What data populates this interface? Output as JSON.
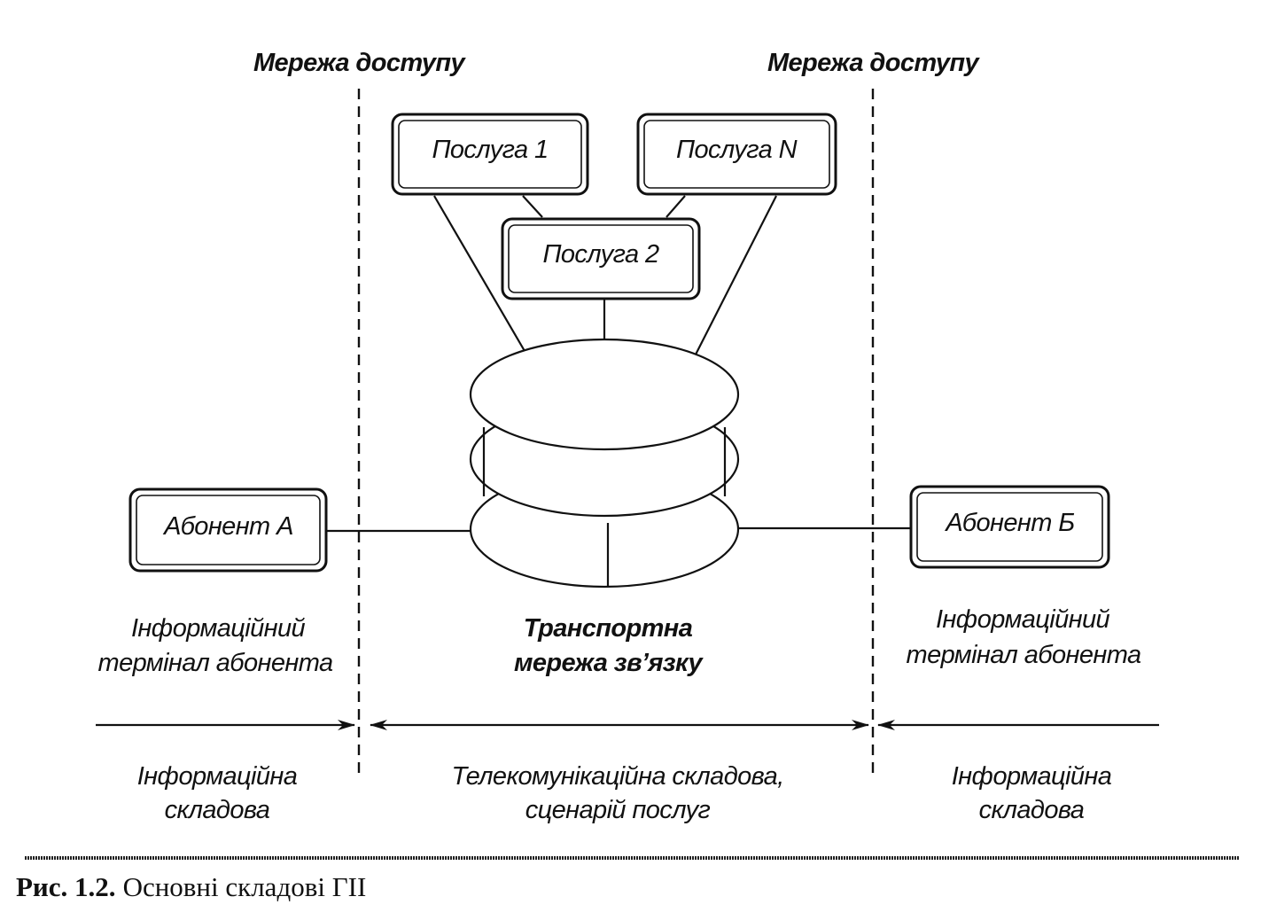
{
  "labels": {
    "access_left": "Мережа доступу",
    "access_right": "Мережа доступу",
    "terminal_left_1": "Інформаційний",
    "terminal_left_2": "термінал абонента",
    "terminal_right_1": "Інформаційний",
    "terminal_right_2": "термінал абонента",
    "transport_1": "Транспортна",
    "transport_2": "мережа зв’язку",
    "info_left_1": "Інформаційна",
    "info_left_2": "складова",
    "telecom_1": "Телекомунікаційна складова,",
    "telecom_2": "сценарій послуг",
    "info_right_1": "Інформаційна",
    "info_right_2": "складова"
  },
  "boxes": {
    "service1": "Послуга 1",
    "serviceN": "Послуга N",
    "service2": "Послуга 2",
    "subscriberA": "Абонент А",
    "subscriberB": "Абонент Б"
  },
  "caption": {
    "number": "Рис. 1.2.",
    "text": "Основні складові ГІІ"
  }
}
